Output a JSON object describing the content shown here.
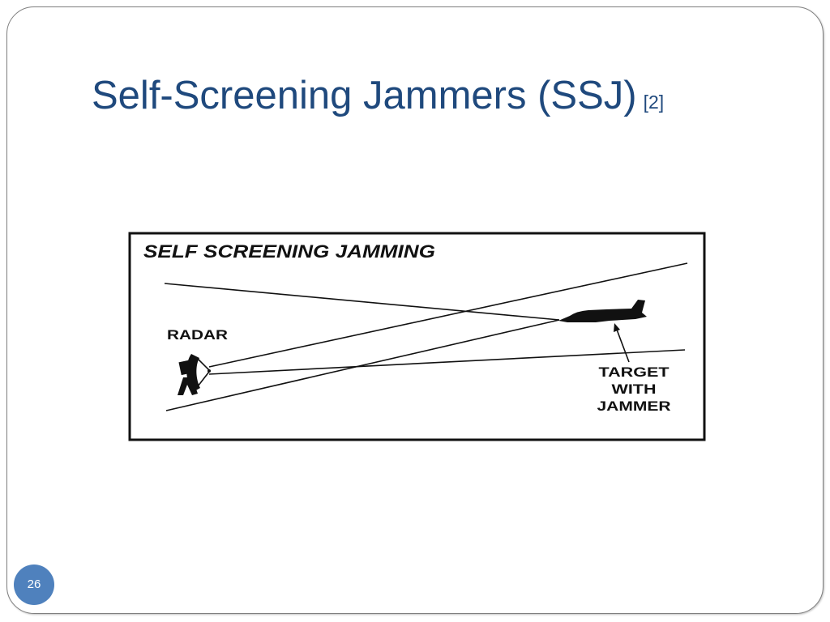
{
  "slide": {
    "title": "Self-Screening Jammers (SSJ)",
    "reference": "[2]",
    "number": "26"
  },
  "diagram": {
    "title": "SELF SCREENING JAMMING",
    "radar_label": "RADAR",
    "target_label": [
      "TARGET",
      "WITH",
      "JAMMER"
    ]
  },
  "icons": {
    "radar": "radar-dish-icon",
    "target": "jet-aircraft-icon",
    "pointer": "arrow-icon"
  },
  "colors": {
    "title": "#1f497d",
    "badge": "#4f81bd",
    "badge_text": "#ffffff",
    "frame": "#7f7f7f",
    "diagram_ink": "#111111"
  }
}
